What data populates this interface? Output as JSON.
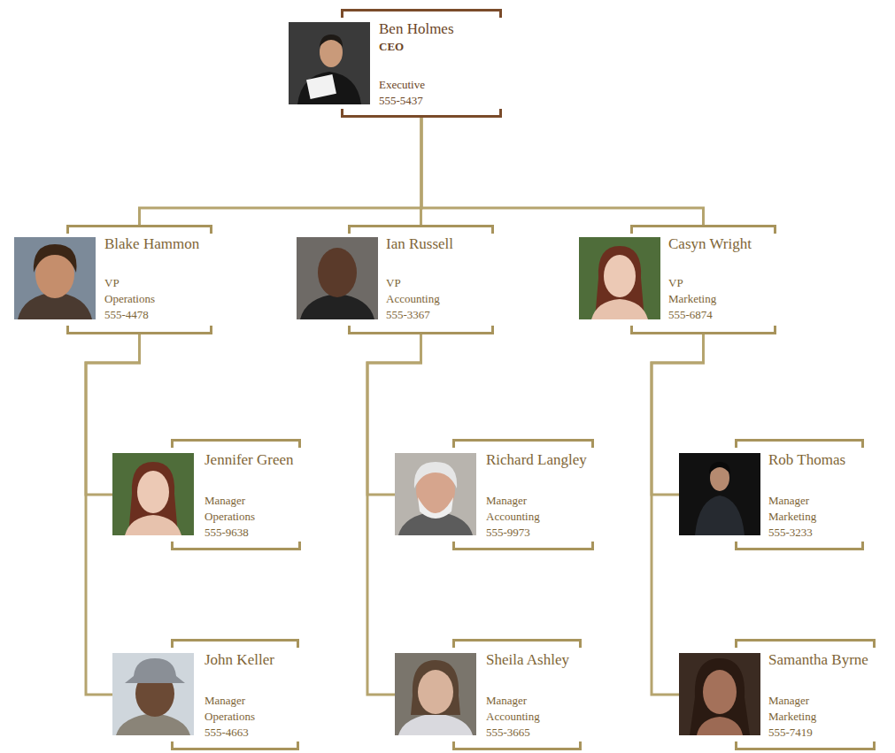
{
  "diagram": {
    "nodes": [
      {
        "text": [
          "Ben Holmes",
          "CEO",
          "Executive",
          "555-5437"
        ]
      },
      {
        "text": [
          "Blake Hammon",
          "VP",
          "Operations",
          "555-4478"
        ]
      },
      {
        "text": [
          "Ian Russell",
          "VP",
          "Accounting",
          "555-3367"
        ]
      },
      {
        "text": [
          "Casyn Wright",
          "VP",
          "Marketing",
          "555-6874"
        ]
      },
      {
        "text": [
          "Jennifer Green",
          "Manager",
          "Operations",
          "555-9638"
        ]
      },
      {
        "text": [
          "Richard Langley",
          "Manager",
          "Accounting",
          "555-9973"
        ]
      },
      {
        "text": [
          "Rob Thomas",
          "Manager",
          "Marketing",
          "555-3233"
        ]
      },
      {
        "text": [
          "John Keller",
          "Manager",
          "Operations",
          "555-4663"
        ]
      },
      {
        "text": [
          "Sheila Ashley",
          "Manager",
          "Accounting",
          "555-3665"
        ]
      },
      {
        "text": [
          "Samantha Byrne",
          "Manager",
          "Marketing",
          "555-7419"
        ]
      }
    ],
    "edges": [
      {
        "from": 0,
        "to": 1,
        "arrow": "none"
      },
      {
        "from": 0,
        "to": 2,
        "arrow": "none"
      },
      {
        "from": 0,
        "to": 3,
        "arrow": "none"
      },
      {
        "from": 1,
        "to": 4,
        "arrow": "none"
      },
      {
        "from": 1,
        "to": 7,
        "arrow": "none"
      },
      {
        "from": 2,
        "to": 5,
        "arrow": "none"
      },
      {
        "from": 2,
        "to": 8,
        "arrow": "none"
      },
      {
        "from": 3,
        "to": 6,
        "arrow": "none"
      },
      {
        "from": 3,
        "to": 9,
        "arrow": "none"
      }
    ]
  }
}
